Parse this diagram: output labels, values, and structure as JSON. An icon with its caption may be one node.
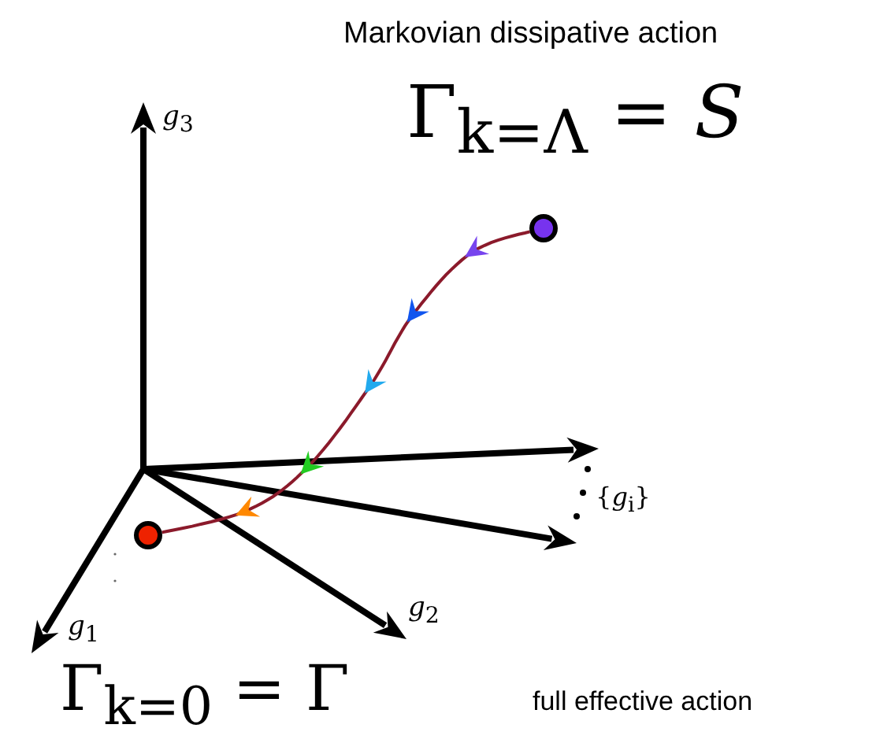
{
  "diagram": {
    "nodes": [
      {
        "text": [],
        "shape": "circle"
      },
      {
        "text": [],
        "shape": "circle"
      }
    ],
    "edges": [
      {
        "from": 0,
        "to": 1,
        "arrow": "to",
        "color": "#8b1a2b"
      }
    ],
    "labels": [
      "Markovian dissipative action",
      "Γ$_{k=Λ}$ = *S*",
      "*g*$_{3}$",
      "{*g*$_{i}$}",
      "*g*$_{1}$",
      "*g*$_{2}$",
      "Γ$_{k=0}$ = Γ",
      "full effective action"
    ]
  }
}
